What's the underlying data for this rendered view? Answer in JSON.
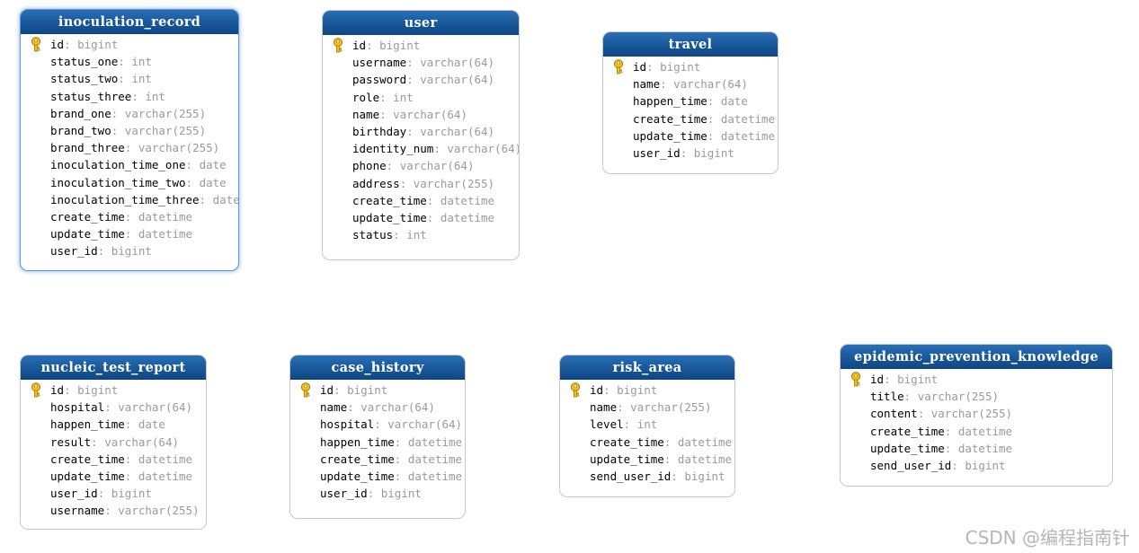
{
  "tables": [
    {
      "name": "inoculation_record",
      "selected": true,
      "fields": [
        {
          "name": "id",
          "type": "bigint",
          "pk": true
        },
        {
          "name": "status_one",
          "type": "int"
        },
        {
          "name": "status_two",
          "type": "int"
        },
        {
          "name": "status_three",
          "type": "int"
        },
        {
          "name": "brand_one",
          "type": "varchar(255)"
        },
        {
          "name": "brand_two",
          "type": "varchar(255)"
        },
        {
          "name": "brand_three",
          "type": "varchar(255)"
        },
        {
          "name": "inoculation_time_one",
          "type": "date"
        },
        {
          "name": "inoculation_time_two",
          "type": "date"
        },
        {
          "name": "inoculation_time_three",
          "type": "date"
        },
        {
          "name": "create_time",
          "type": "datetime"
        },
        {
          "name": "update_time",
          "type": "datetime"
        },
        {
          "name": "user_id",
          "type": "bigint"
        }
      ]
    },
    {
      "name": "user",
      "fields": [
        {
          "name": "id",
          "type": "bigint",
          "pk": true
        },
        {
          "name": "username",
          "type": "varchar(64)"
        },
        {
          "name": "password",
          "type": "varchar(64)"
        },
        {
          "name": "role",
          "type": "int"
        },
        {
          "name": "name",
          "type": "varchar(64)"
        },
        {
          "name": "birthday",
          "type": "varchar(64)"
        },
        {
          "name": "identity_num",
          "type": "varchar(64)"
        },
        {
          "name": "phone",
          "type": "varchar(64)"
        },
        {
          "name": "address",
          "type": "varchar(255)"
        },
        {
          "name": "create_time",
          "type": "datetime"
        },
        {
          "name": "update_time",
          "type": "datetime"
        },
        {
          "name": "status",
          "type": "int"
        }
      ]
    },
    {
      "name": "travel",
      "fields": [
        {
          "name": "id",
          "type": "bigint",
          "pk": true
        },
        {
          "name": "name",
          "type": "varchar(64)"
        },
        {
          "name": "happen_time",
          "type": "date"
        },
        {
          "name": "create_time",
          "type": "datetime"
        },
        {
          "name": "update_time",
          "type": "datetime"
        },
        {
          "name": "user_id",
          "type": "bigint"
        }
      ]
    },
    {
      "name": "nucleic_test_report",
      "fields": [
        {
          "name": "id",
          "type": "bigint",
          "pk": true
        },
        {
          "name": "hospital",
          "type": "varchar(64)"
        },
        {
          "name": "happen_time",
          "type": "date"
        },
        {
          "name": "result",
          "type": "varchar(64)"
        },
        {
          "name": "create_time",
          "type": "datetime"
        },
        {
          "name": "update_time",
          "type": "datetime"
        },
        {
          "name": "user_id",
          "type": "bigint"
        },
        {
          "name": "username",
          "type": "varchar(255)"
        }
      ]
    },
    {
      "name": "case_history",
      "fields": [
        {
          "name": "id",
          "type": "bigint",
          "pk": true
        },
        {
          "name": "name",
          "type": "varchar(64)"
        },
        {
          "name": "hospital",
          "type": "varchar(64)"
        },
        {
          "name": "happen_time",
          "type": "datetime"
        },
        {
          "name": "create_time",
          "type": "datetime"
        },
        {
          "name": "update_time",
          "type": "datetime"
        },
        {
          "name": "user_id",
          "type": "bigint"
        }
      ]
    },
    {
      "name": "risk_area",
      "fields": [
        {
          "name": "id",
          "type": "bigint",
          "pk": true
        },
        {
          "name": "name",
          "type": "varchar(255)"
        },
        {
          "name": "level",
          "type": "int"
        },
        {
          "name": "create_time",
          "type": "datetime"
        },
        {
          "name": "update_time",
          "type": "datetime"
        },
        {
          "name": "send_user_id",
          "type": "bigint"
        }
      ]
    },
    {
      "name": "epidemic_prevention_knowledge",
      "fields": [
        {
          "name": "id",
          "type": "bigint",
          "pk": true
        },
        {
          "name": "title",
          "type": "varchar(255)"
        },
        {
          "name": "content",
          "type": "varchar(255)"
        },
        {
          "name": "create_time",
          "type": "datetime"
        },
        {
          "name": "update_time",
          "type": "datetime"
        },
        {
          "name": "send_user_id",
          "type": "bigint"
        }
      ]
    }
  ],
  "separator": ":",
  "key_icon": "key-icon",
  "colors": {
    "header_top": "#2a6fb4",
    "header_bottom": "#0e4683",
    "selected_border": "#5f95e0",
    "type_text": "#9a9a9a"
  },
  "watermark": "CSDN @编程指南针"
}
